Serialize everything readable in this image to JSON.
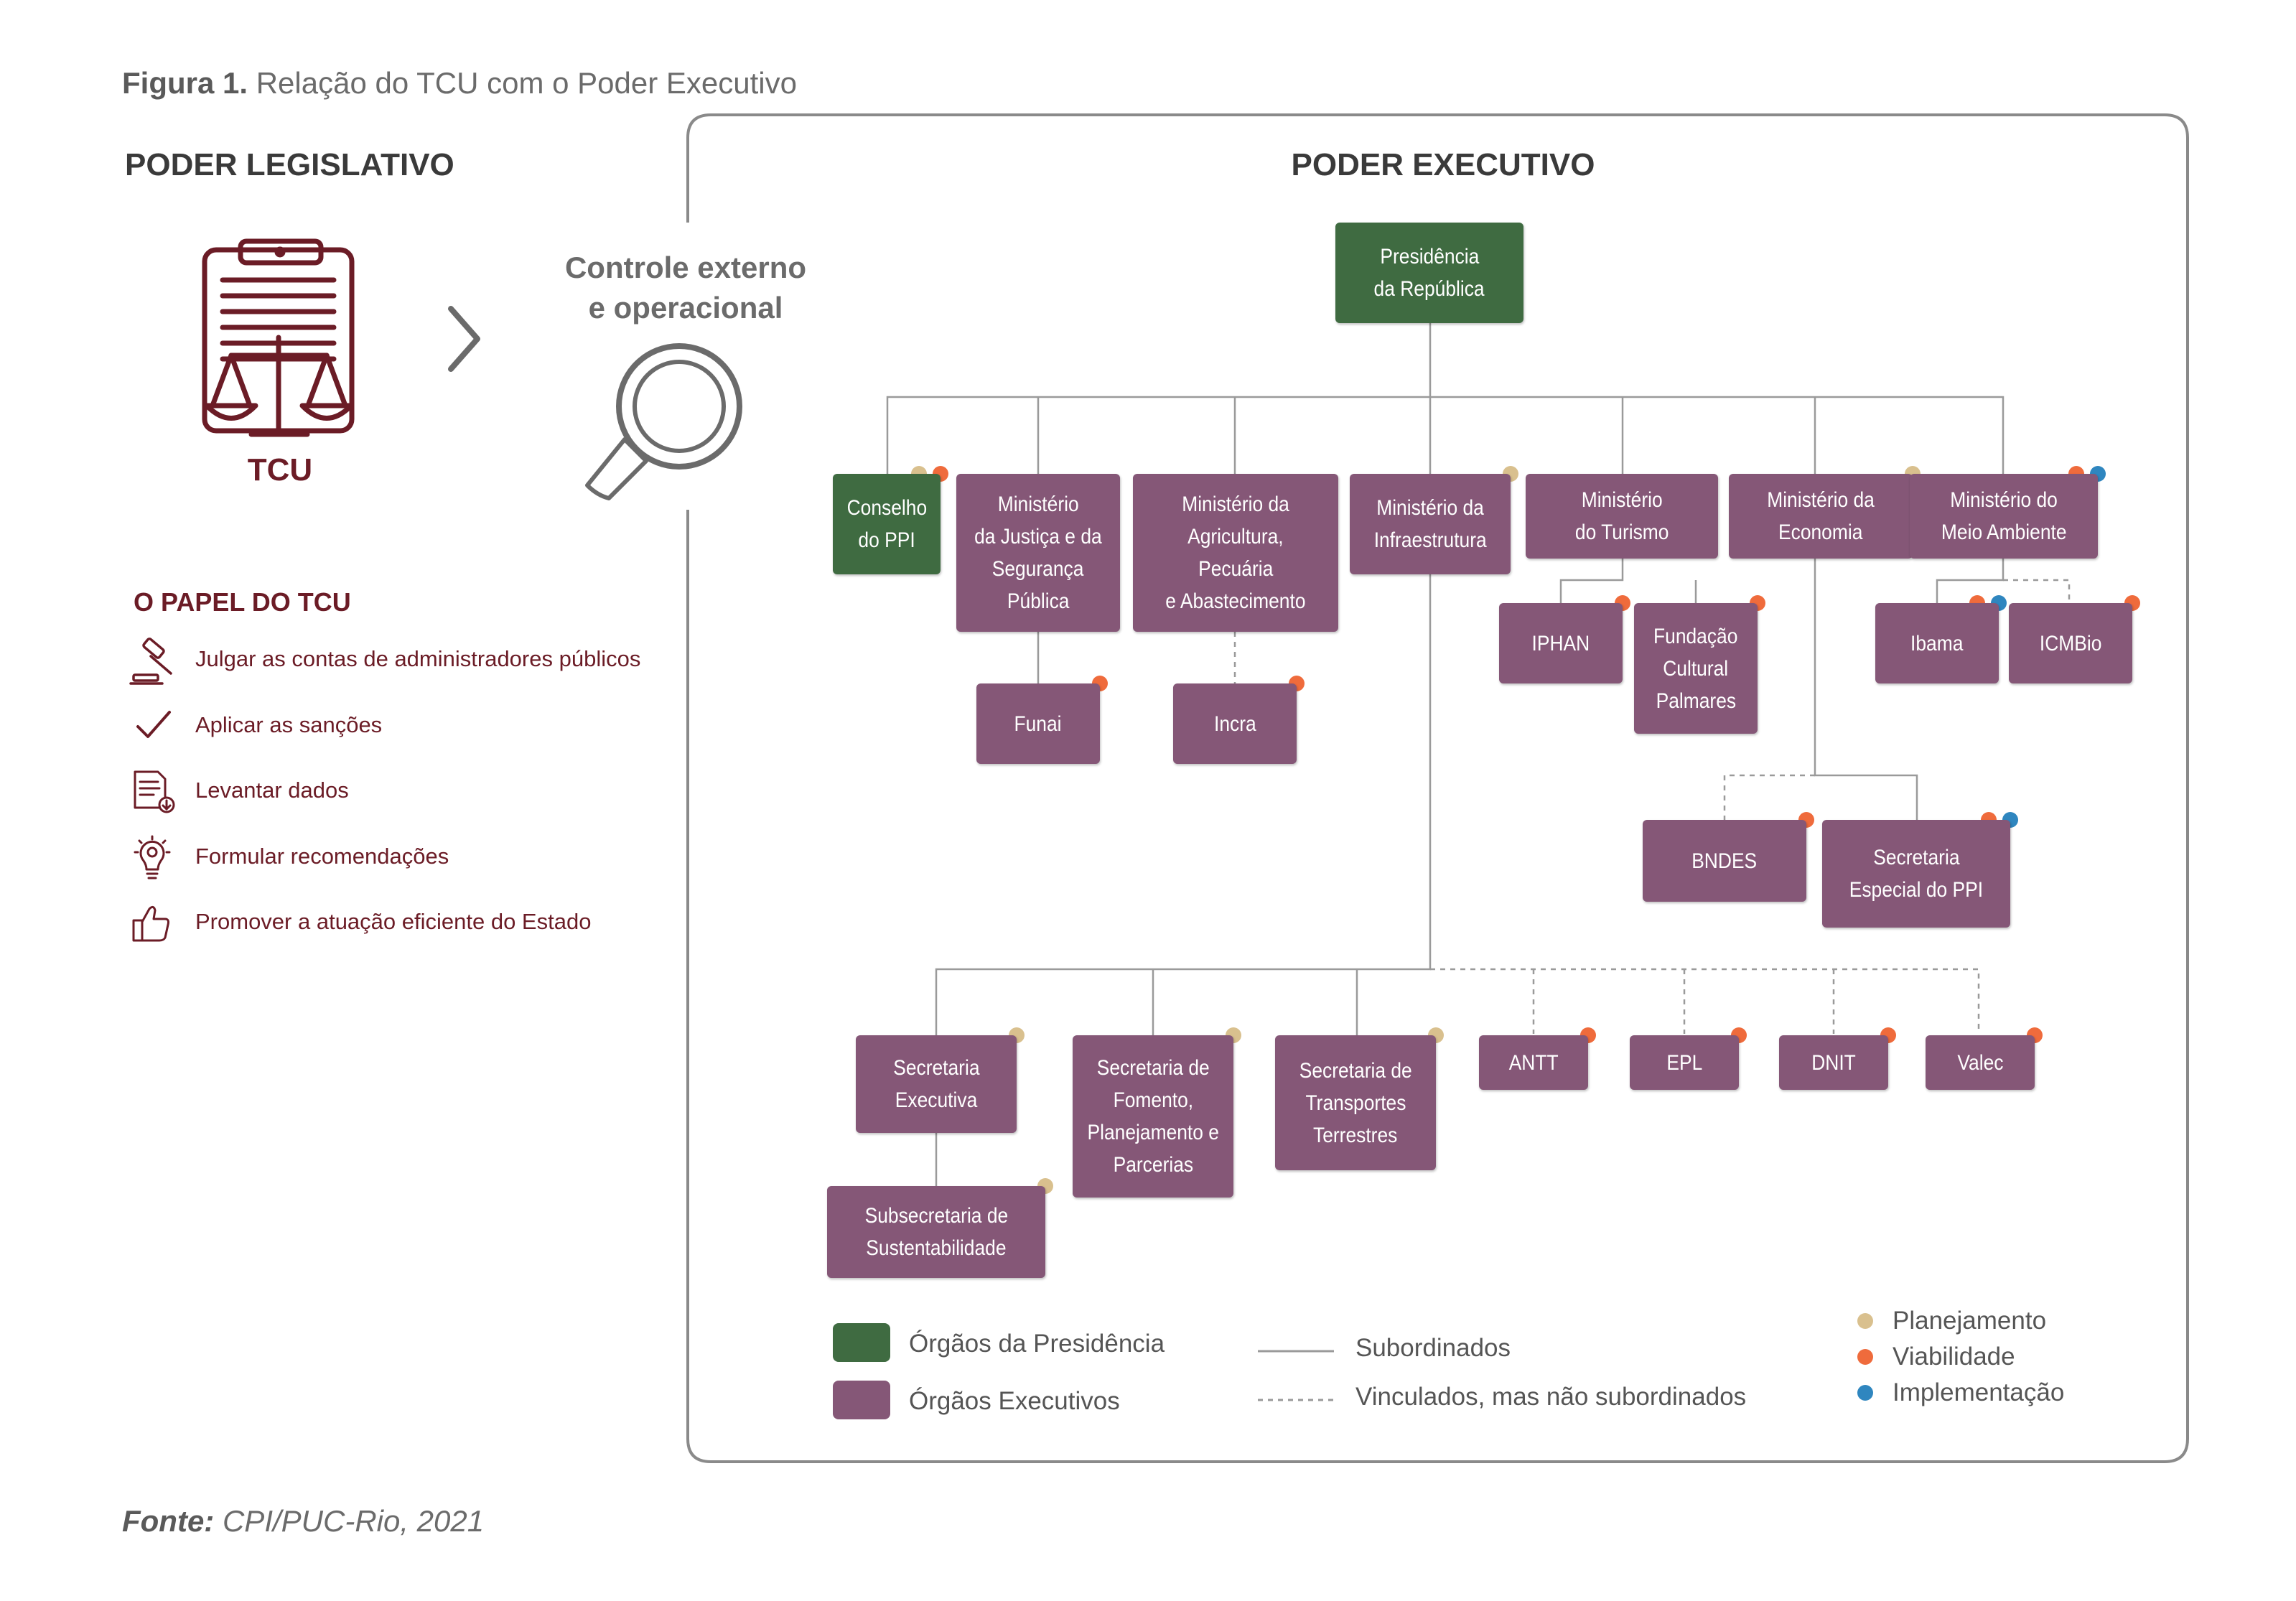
{
  "figure": {
    "label": "Figura 1.",
    "caption": "Relação do TCU com o Poder Executivo",
    "source_label": "Fonte:",
    "source_text": "CPI/PUC-Rio, 2021"
  },
  "colors": {
    "green": "#3f6b41",
    "purple": "#855777",
    "maroon": "#6b1c26",
    "tan": "#d9c08e",
    "orange": "#ef6b3c",
    "blue": "#2f86bf",
    "grey_text": "#6b6b6b",
    "line": "#9a9a9a"
  },
  "legislativo": {
    "title": "PODER LEGISLATIVO",
    "tcu_label": "TCU",
    "control_text": [
      "Controle externo",
      "e operacional"
    ],
    "papel_title": "O PAPEL DO TCU",
    "papel": [
      {
        "icon": "gavel-icon",
        "label": "Julgar as contas de administradores públicos"
      },
      {
        "icon": "check-icon",
        "label": "Aplicar as sanções"
      },
      {
        "icon": "document-icon",
        "label": "Levantar dados"
      },
      {
        "icon": "lightbulb-icon",
        "label": "Formular recomendações"
      },
      {
        "icon": "thumbs-up-icon",
        "label": "Promover a atuação eficiente do Estado"
      }
    ]
  },
  "executivo": {
    "title": "PODER EXECUTIVO",
    "nodes": {
      "presidencia": {
        "lines": [
          "Presidência",
          "da República"
        ],
        "color": "green",
        "dots": []
      },
      "ppi": {
        "lines": [
          "Conselho",
          "do PPI"
        ],
        "color": "green",
        "dots": [
          "tan",
          "orange"
        ]
      },
      "justica": {
        "lines": [
          "Ministério",
          "da Justiça e da",
          "Segurança",
          "Pública"
        ],
        "color": "purple",
        "dots": []
      },
      "agricultura": {
        "lines": [
          "Ministério da",
          "Agricultura,",
          "Pecuária",
          "e Abastecimento"
        ],
        "color": "purple",
        "dots": []
      },
      "infra": {
        "lines": [
          "Ministério da",
          "Infraestrutura"
        ],
        "color": "purple",
        "dots": [
          "tan"
        ]
      },
      "turismo": {
        "lines": [
          "Ministério",
          "do Turismo"
        ],
        "color": "purple",
        "dots": []
      },
      "economia": {
        "lines": [
          "Ministério da",
          "Economia"
        ],
        "color": "purple",
        "dots": [
          "tan"
        ]
      },
      "meio": {
        "lines": [
          "Ministério do",
          "Meio Ambiente"
        ],
        "color": "purple",
        "dots": [
          "orange",
          "blue"
        ]
      },
      "funai": {
        "lines": [
          "Funai"
        ],
        "color": "purple",
        "dots": [
          "orange"
        ]
      },
      "incra": {
        "lines": [
          "Incra"
        ],
        "color": "purple",
        "dots": [
          "orange"
        ]
      },
      "iphan": {
        "lines": [
          "IPHAN"
        ],
        "color": "purple",
        "dots": [
          "orange"
        ]
      },
      "palmares": {
        "lines": [
          "Fundação",
          "Cultural",
          "Palmares"
        ],
        "color": "purple",
        "dots": [
          "orange"
        ]
      },
      "ibama": {
        "lines": [
          "Ibama"
        ],
        "color": "purple",
        "dots": [
          "orange",
          "blue"
        ]
      },
      "icmbio": {
        "lines": [
          "ICMBio"
        ],
        "color": "purple",
        "dots": [
          "orange"
        ]
      },
      "bndes": {
        "lines": [
          "BNDES"
        ],
        "color": "purple",
        "dots": [
          "orange"
        ]
      },
      "sppi": {
        "lines": [
          "Secretaria",
          "Especial do PPI"
        ],
        "color": "purple",
        "dots": [
          "orange",
          "blue"
        ]
      },
      "secexec": {
        "lines": [
          "Secretaria",
          "Executiva"
        ],
        "color": "purple",
        "dots": [
          "tan"
        ]
      },
      "subsec": {
        "lines": [
          "Subsecretaria de",
          "Sustentabilidade"
        ],
        "color": "purple",
        "dots": [
          "tan"
        ]
      },
      "fomento": {
        "lines": [
          "Secretaria de",
          "Fomento,",
          "Planejamento e",
          "Parcerias"
        ],
        "color": "purple",
        "dots": [
          "tan"
        ]
      },
      "transportes": {
        "lines": [
          "Secretaria de",
          "Transportes",
          "Terrestres"
        ],
        "color": "purple",
        "dots": [
          "tan"
        ]
      },
      "antt": {
        "lines": [
          "ANTT"
        ],
        "color": "purple",
        "dots": [
          "orange"
        ]
      },
      "epl": {
        "lines": [
          "EPL"
        ],
        "color": "purple",
        "dots": [
          "orange"
        ]
      },
      "dnit": {
        "lines": [
          "DNIT"
        ],
        "color": "purple",
        "dots": [
          "orange"
        ]
      },
      "valec": {
        "lines": [
          "Valec"
        ],
        "color": "purple",
        "dots": [
          "orange"
        ]
      }
    },
    "legend": {
      "presidencia": "Órgãos da Presidência",
      "executivos": "Órgãos Executivos",
      "subordinados": "Subordinados",
      "vinculados": "Vinculados, mas não subordinados",
      "planejamento": "Planejamento",
      "viabilidade": "Viabilidade",
      "implementacao": "Implementação"
    }
  }
}
